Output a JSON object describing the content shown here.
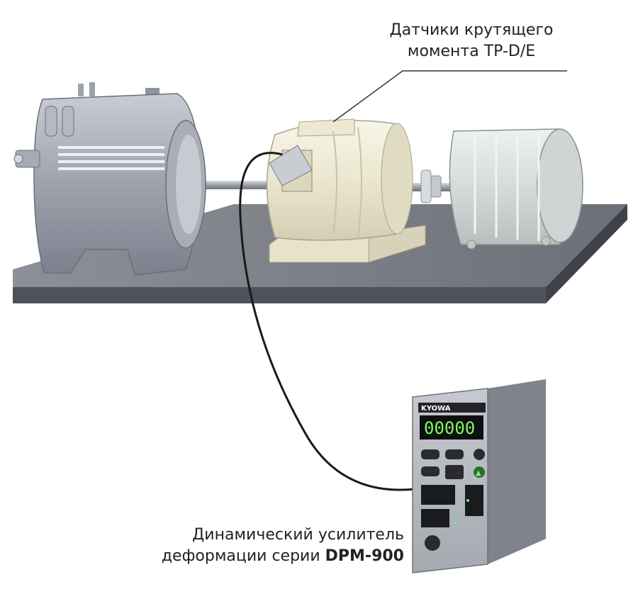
{
  "labels": {
    "sensor_line1": "Датчики крутящего",
    "sensor_line2": "момента TP-D/E",
    "amp_line1": "Динамический усилитель",
    "amp_line2_prefix": "деформации серии ",
    "amp_line2_model": "DPM-900"
  },
  "device": {
    "brand": "KYOWA",
    "display_value": "00000"
  },
  "colors": {
    "display_digits": "#7CFF5A",
    "led": "#66FF66",
    "base_plate": "#6E7178",
    "cable": "#1A1A1A"
  }
}
